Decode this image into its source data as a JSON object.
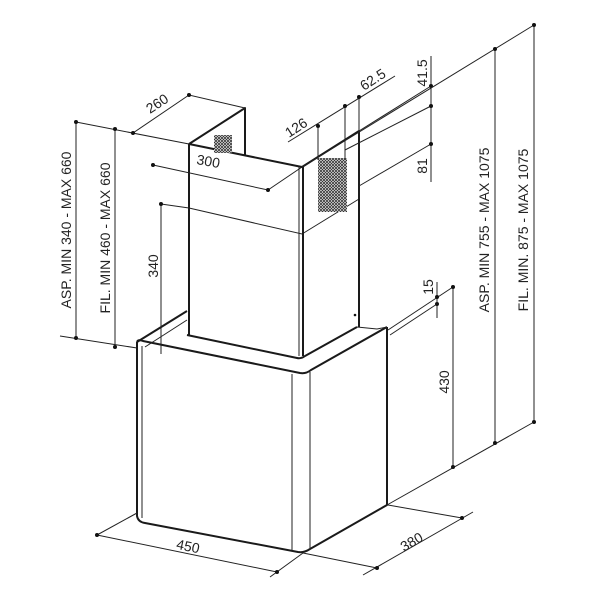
{
  "dimensions": {
    "chimney_depth": "260",
    "chimney_width": "300",
    "chimney_height": "340",
    "outlet_offset": "126",
    "outlet_width": "62.5",
    "outlet_top": "41.5",
    "outlet_height": "81",
    "hood_width": "450",
    "hood_depth": "380",
    "hood_height": "430",
    "hood_top_offset": "15",
    "asp_chimney": "ASP. MIN 340 - MAX 660",
    "fil_chimney": "FIL. MIN 460 - MAX 660",
    "asp_total": "ASP. MIN 755 - MAX 1075",
    "fil_total": "FIL. MIN. 875 - MAX 1075"
  }
}
